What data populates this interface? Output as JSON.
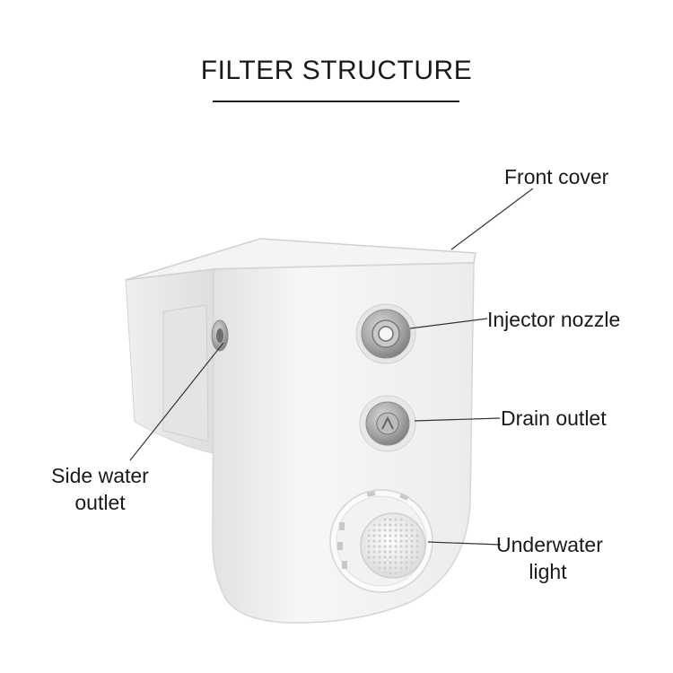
{
  "title": "FILTER STRUCTURE",
  "labels": {
    "front_cover": "Front cover",
    "injector_nozzle": "Injector nozzle",
    "drain_outlet": "Drain outlet",
    "side_water_outlet_line1": "Side water",
    "side_water_outlet_line2": "outlet",
    "underwater_light_line1": "Underwater",
    "underwater_light_line2": "light"
  },
  "colors": {
    "body_white": "#f3f3f3",
    "fitting_gray": "#a9a9a9",
    "leader_line": "#333333"
  }
}
